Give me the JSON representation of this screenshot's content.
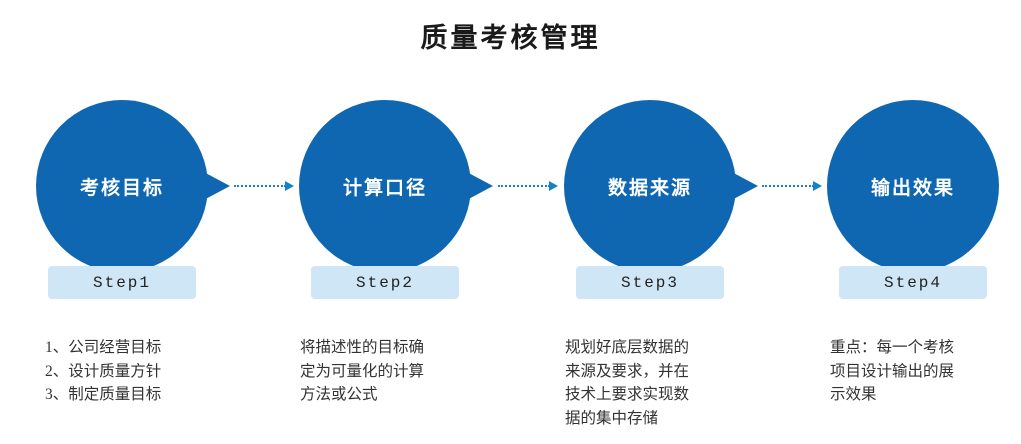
{
  "title": "质量考核管理",
  "steps": [
    {
      "circle_label": "考核目标",
      "step_label": "Step1",
      "description_lines": [
        "1、公司经营目标",
        "2、设计质量方针",
        "3、制定质量目标"
      ]
    },
    {
      "circle_label": "计算口径",
      "step_label": "Step2",
      "description_lines": [
        "将描述性的目标确",
        "定为可量化的计算",
        "方法或公式"
      ]
    },
    {
      "circle_label": "数据来源",
      "step_label": "Step3",
      "description_lines": [
        "规划好底层数据的",
        "来源及要求，并在",
        "技术上要求实现数",
        "据的集中存储"
      ]
    },
    {
      "circle_label": "输出效果",
      "step_label": "Step4",
      "description_lines": [
        "重点：每一个考核",
        "项目设计输出的展",
        "示效果"
      ]
    }
  ],
  "colors": {
    "circle_blue": "#0f67b1",
    "step_badge_bg": "#cfe6f7",
    "arrow_blue": "#1584c6",
    "text_dark": "#333333"
  }
}
